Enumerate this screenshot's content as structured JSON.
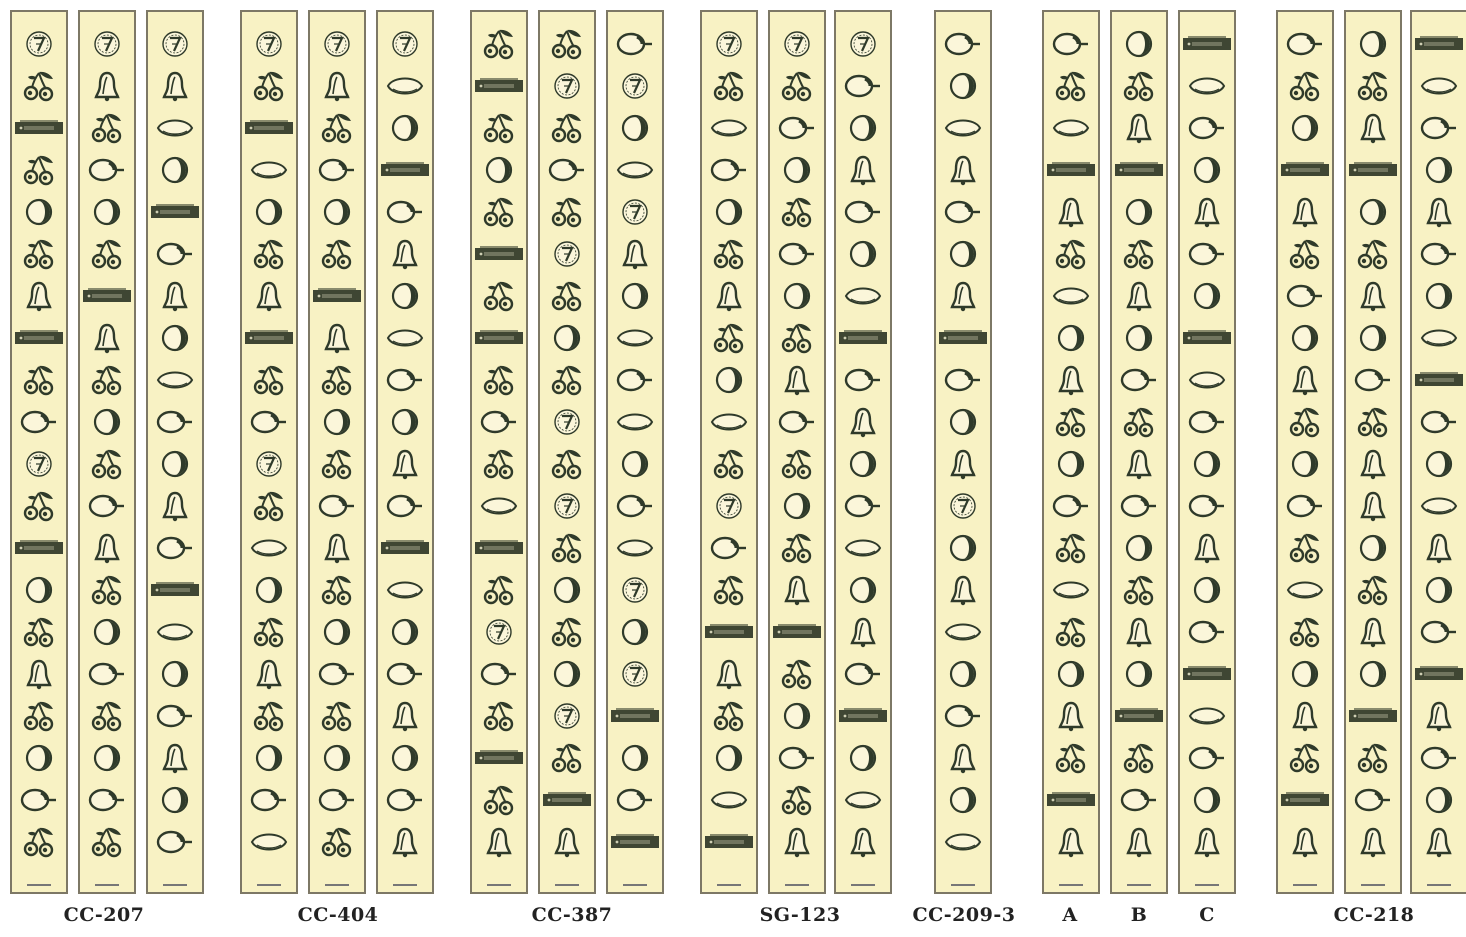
{
  "groups": [
    {
      "label": "CC-207",
      "reels": [
        [
          "bell7",
          "cherry",
          "bar",
          "cherry",
          "plum",
          "cherry",
          "bell",
          "bar",
          "cherry",
          "orange",
          "bell7",
          "cherry",
          "bar",
          "plum",
          "cherry",
          "bell",
          "cherry",
          "plum",
          "orange",
          "cherry"
        ],
        [
          "bell7",
          "bell",
          "cherry",
          "orange",
          "plum",
          "cherry",
          "bar",
          "bell",
          "cherry",
          "plum",
          "cherry",
          "orange",
          "bell",
          "cherry",
          "plum",
          "orange",
          "cherry",
          "plum",
          "orange",
          "cherry"
        ],
        [
          "bell7",
          "bell",
          "lemon",
          "plum",
          "bar",
          "orange",
          "bell",
          "plum",
          "lemon",
          "orange",
          "plum",
          "bell",
          "orange",
          "bar",
          "lemon",
          "plum",
          "orange",
          "bell",
          "plum",
          "orange"
        ]
      ]
    },
    {
      "label": "CC-404",
      "reels": [
        [
          "bell7",
          "cherry",
          "bar",
          "lemon",
          "plum",
          "cherry",
          "bell",
          "bar",
          "cherry",
          "orange",
          "bell7",
          "cherry",
          "lemon",
          "plum",
          "cherry",
          "bell",
          "cherry",
          "plum",
          "orange",
          "lemon"
        ],
        [
          "bell7",
          "bell",
          "cherry",
          "orange",
          "plum",
          "cherry",
          "bar",
          "bell",
          "cherry",
          "plum",
          "cherry",
          "orange",
          "bell",
          "cherry",
          "plum",
          "orange",
          "cherry",
          "plum",
          "orange",
          "cherry"
        ],
        [
          "bell7",
          "lemon",
          "plum",
          "bar",
          "orange",
          "bell",
          "plum",
          "lemon",
          "orange",
          "plum",
          "bell",
          "orange",
          "bar",
          "lemon",
          "plum",
          "orange",
          "bell",
          "plum",
          "orange",
          "bell"
        ]
      ]
    },
    {
      "label": "CC-387",
      "reels": [
        [
          "cherry",
          "bar",
          "cherry",
          "plum",
          "cherry",
          "bar",
          "cherry",
          "bar",
          "cherry",
          "orange",
          "cherry",
          "lemon",
          "bar",
          "cherry",
          "bell7",
          "orange",
          "cherry",
          "bar",
          "cherry",
          "bell"
        ],
        [
          "cherry",
          "bell7",
          "cherry",
          "orange",
          "cherry",
          "bell7",
          "cherry",
          "plum",
          "cherry",
          "bell7",
          "cherry",
          "bell7",
          "cherry",
          "plum",
          "cherry",
          "plum",
          "bell7",
          "cherry",
          "bar",
          "bell"
        ],
        [
          "orange",
          "bell7",
          "plum",
          "lemon",
          "bell7",
          "bell",
          "plum",
          "lemon",
          "orange",
          "lemon",
          "plum",
          "orange",
          "lemon",
          "bell7",
          "plum",
          "bell7",
          "bar",
          "plum",
          "orange",
          "bar"
        ]
      ]
    },
    {
      "label": "SG-123",
      "reels": [
        [
          "bell7",
          "cherry",
          "lemon",
          "orange",
          "plum",
          "cherry",
          "bell",
          "cherry",
          "plum",
          "lemon",
          "cherry",
          "bell7",
          "orange",
          "cherry",
          "bar",
          "bell",
          "cherry",
          "plum",
          "lemon",
          "bar"
        ],
        [
          "bell7",
          "cherry",
          "orange",
          "plum",
          "cherry",
          "orange",
          "plum",
          "cherry",
          "bell",
          "orange",
          "cherry",
          "plum",
          "cherry",
          "bell",
          "bar",
          "cherry",
          "plum",
          "orange",
          "cherry",
          "bell"
        ],
        [
          "bell7",
          "orange",
          "plum",
          "bell",
          "orange",
          "plum",
          "lemon",
          "bar",
          "orange",
          "bell",
          "plum",
          "orange",
          "lemon",
          "plum",
          "bell",
          "orange",
          "bar",
          "plum",
          "lemon",
          "bell"
        ]
      ]
    },
    {
      "label": "CC-209-3",
      "reels": [
        [
          "orange",
          "plum",
          "lemon",
          "bell",
          "orange",
          "plum",
          "bell",
          "bar",
          "orange",
          "plum",
          "bell",
          "bell7",
          "plum",
          "bell",
          "lemon",
          "plum",
          "orange",
          "bell",
          "plum",
          "lemon"
        ]
      ]
    },
    {
      "label": "",
      "reels": [
        [
          "orange",
          "cherry",
          "lemon",
          "bar",
          "bell",
          "cherry",
          "lemon",
          "plum",
          "bell",
          "cherry",
          "plum",
          "orange",
          "cherry",
          "lemon",
          "cherry",
          "plum",
          "bell",
          "cherry",
          "bar",
          "bell"
        ],
        [
          "plum",
          "cherry",
          "bell",
          "bar",
          "plum",
          "cherry",
          "bell",
          "plum",
          "orange",
          "cherry",
          "bell",
          "orange",
          "plum",
          "cherry",
          "bell",
          "plum",
          "bar",
          "cherry",
          "orange",
          "bell"
        ],
        [
          "bar",
          "lemon",
          "orange",
          "plum",
          "bell",
          "orange",
          "plum",
          "bar",
          "lemon",
          "orange",
          "plum",
          "orange",
          "bell",
          "plum",
          "orange",
          "bar",
          "lemon",
          "orange",
          "plum",
          "bell"
        ]
      ],
      "sublabels": [
        "A",
        "B",
        "C"
      ]
    },
    {
      "label": "CC-218",
      "reels": [
        [
          "orange",
          "cherry",
          "plum",
          "bar",
          "bell",
          "cherry",
          "orange",
          "plum",
          "bell",
          "cherry",
          "plum",
          "orange",
          "cherry",
          "lemon",
          "cherry",
          "plum",
          "bell",
          "cherry",
          "bar",
          "bell"
        ],
        [
          "plum",
          "cherry",
          "bell",
          "bar",
          "plum",
          "cherry",
          "bell",
          "plum",
          "orange",
          "cherry",
          "bell",
          "bell",
          "plum",
          "cherry",
          "bell",
          "plum",
          "bar",
          "cherry",
          "orange",
          "bell"
        ],
        [
          "bar",
          "lemon",
          "orange",
          "plum",
          "bell",
          "orange",
          "plum",
          "lemon",
          "bar",
          "orange",
          "plum",
          "lemon",
          "bell",
          "plum",
          "orange",
          "bar",
          "bell",
          "orange",
          "plum",
          "bell"
        ]
      ]
    }
  ],
  "colors": {
    "strip": "#f8f2c4",
    "border": "#7d7866",
    "ink": "#2f3a2a",
    "bar": "#3f4633"
  }
}
